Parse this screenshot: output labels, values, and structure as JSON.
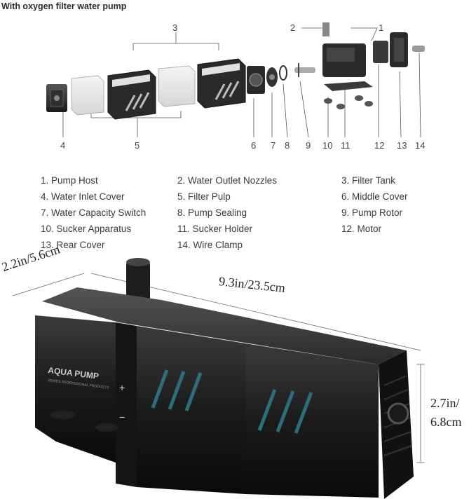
{
  "title": "With oxygen filter water pump",
  "callout_numbers": [
    "1",
    "2",
    "3",
    "4",
    "5",
    "6",
    "7",
    "8",
    "9",
    "10",
    "11",
    "12",
    "13",
    "14"
  ],
  "legend": [
    "1. Pump Host",
    "2. Water Outlet Nozzles",
    "3. Filter Tank",
    "4. Water Inlet Cover",
    "5. Filter Pulp",
    "6. Middle Cover",
    "7. Water Capacity Switch",
    "8. Pump Sealing",
    "9. Pump Rotor",
    "10. Sucker Apparatus",
    "11. Sucker Holder",
    "12. Motor",
    "13. Rear Cover",
    "14. Wire Clamp"
  ],
  "dimensions": {
    "width": "2.2in/5.6cm",
    "length": "9.3in/23.5cm",
    "height_line1": "2.7in/",
    "height_line2": "6.8cm"
  },
  "product": {
    "brand": "AQUA PUMP",
    "brand_sub": "SERIES PROFESSIONAL PRODUCTS",
    "plus": "+",
    "minus": "−"
  }
}
